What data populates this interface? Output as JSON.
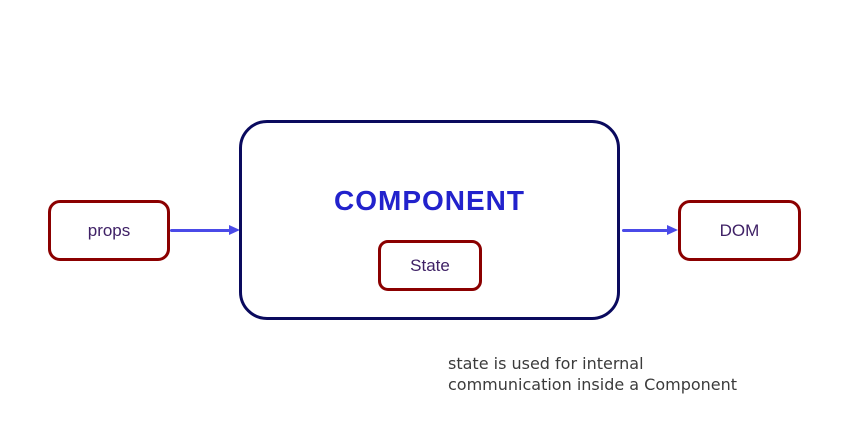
{
  "colors": {
    "red_border": "#8B0000",
    "navy_border": "#0A0A5E",
    "component_text": "#2222CC",
    "node_text": "#3F2166",
    "arrow": "#4A4AE8",
    "caption_text": "#3B3B3B",
    "canvas_bg": "#FFFFFF"
  },
  "diagram": {
    "nodes": {
      "props": {
        "label": "props"
      },
      "component": {
        "label": "COMPONENT"
      },
      "state": {
        "label": "State"
      },
      "dom": {
        "label": "DOM"
      }
    },
    "arrows": {
      "props_to_component": {
        "from": "props",
        "to": "component",
        "direction": "right"
      },
      "component_to_dom": {
        "from": "component",
        "to": "dom",
        "direction": "right"
      }
    },
    "caption": {
      "text": "state is used for internal\ncommunication inside a Component"
    }
  }
}
